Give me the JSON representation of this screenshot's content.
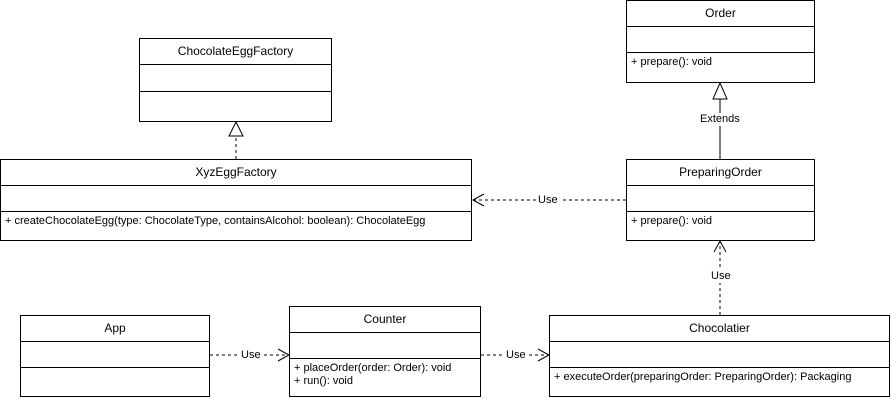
{
  "classes": {
    "chocolate_egg_factory": {
      "name": "ChocolateEggFactory",
      "operations": []
    },
    "xyz_egg_factory": {
      "name": "XyzEggFactory",
      "operations": [
        "+ createChocolateEgg(type: ChocolateType, containsAlcohol: boolean): ChocolateEgg"
      ]
    },
    "order": {
      "name": "Order",
      "operations": [
        "+ prepare(): void"
      ]
    },
    "preparing_order": {
      "name": "PreparingOrder",
      "operations": [
        "+ prepare(): void"
      ]
    },
    "app": {
      "name": "App",
      "operations": []
    },
    "counter": {
      "name": "Counter",
      "operations": [
        "+ placeOrder(order: Order): void",
        "+ run(): void"
      ]
    },
    "chocolatier": {
      "name": "Chocolatier",
      "operations": [
        "+ executeOrder(preparingOrder: PreparingOrder): Packaging"
      ]
    }
  },
  "relations": {
    "extends_label": "Extends",
    "use_label": "Use"
  },
  "colors": {
    "line": "#000000",
    "background": "#ffffff"
  }
}
